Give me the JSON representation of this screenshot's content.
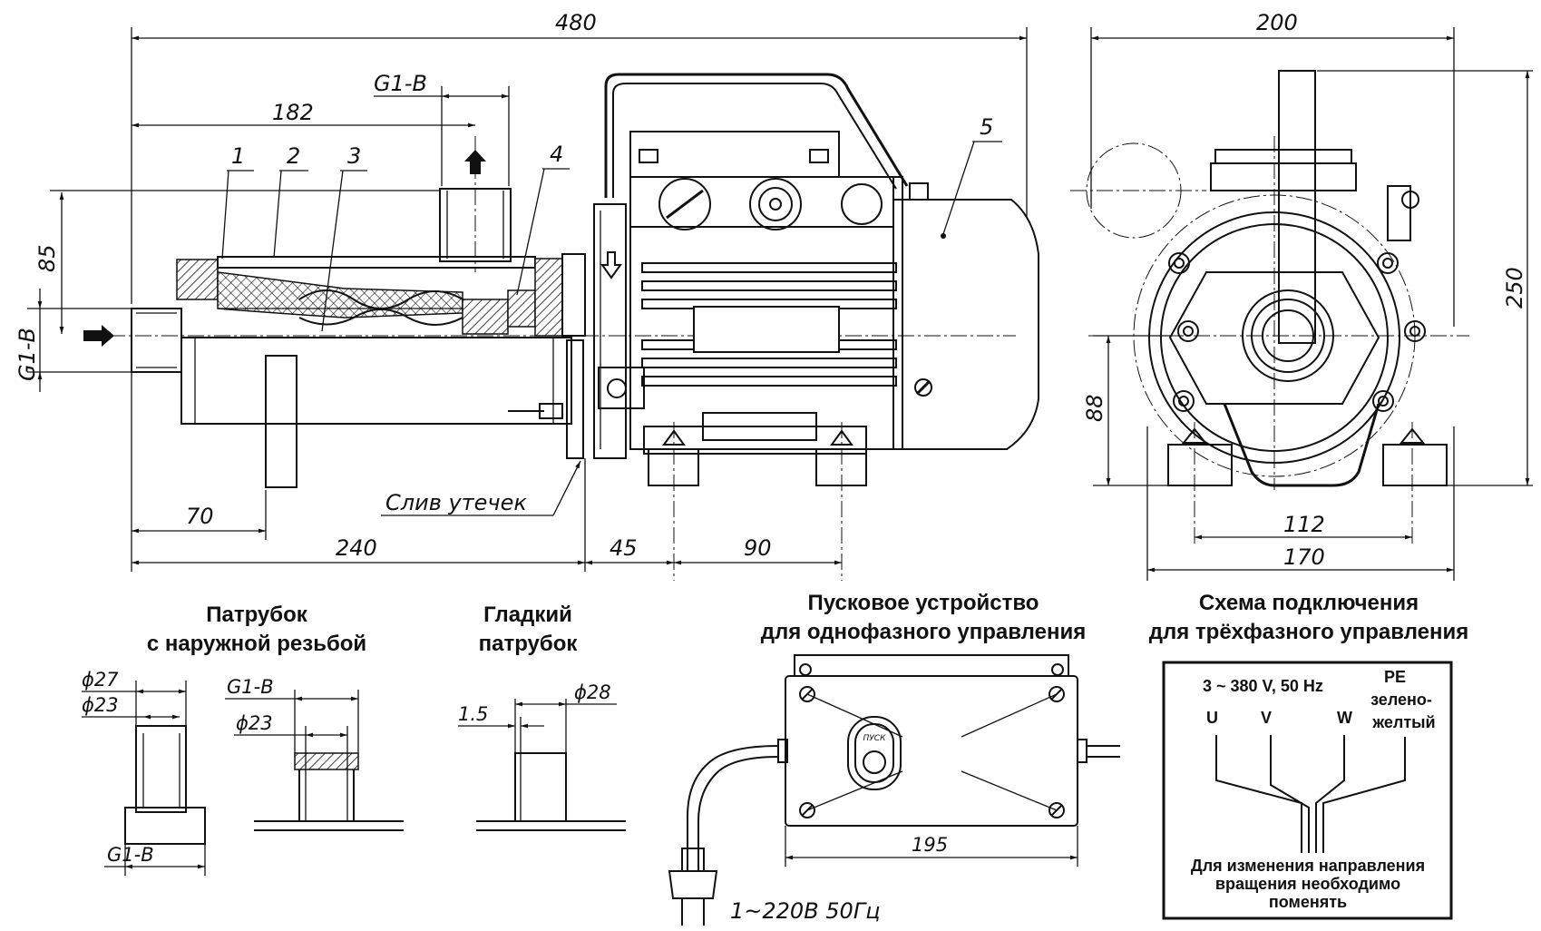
{
  "main_view": {
    "overall_length": "480",
    "dim_182": "182",
    "outlet_thread": "G1-B",
    "inlet_thread": "G1-B",
    "dim_85": "85",
    "dim_70": "70",
    "dim_240": "240",
    "dim_45": "45",
    "dim_90": "90",
    "drain_label": "Слив утечек",
    "callouts": [
      "1",
      "2",
      "3",
      "4",
      "5"
    ]
  },
  "end_view": {
    "width": "200",
    "height": "250",
    "shaft_height": "88",
    "mount_spacing": "112",
    "base_width": "170"
  },
  "threaded_nozzle": {
    "title_line1": "Патрубок",
    "title_line2": "с наружной резьбой",
    "d_outer": "ϕ27",
    "d_inner": "ϕ23",
    "thread_top": "G1-B",
    "d_inner2": "ϕ23",
    "thread_bottom": "G1-B"
  },
  "smooth_nozzle": {
    "title_line1": "Гладкий",
    "title_line2": "патрубок",
    "wall": "1.5",
    "diameter": "ϕ28"
  },
  "starter": {
    "title_line1": "Пусковое устройство",
    "title_line2": "для однофазного управления",
    "button_label": "ПУСК",
    "width": "195",
    "supply": "1~220В 50Гц"
  },
  "wiring": {
    "title_line1": "Схема подключения",
    "title_line2": "для трёхфазного управления",
    "voltage": "3 ~ 380 V,  50 Hz",
    "pe": "PE",
    "pe_color1": "зелено-",
    "pe_color2": "желтый",
    "phase_u": "U",
    "phase_v": "V",
    "phase_w": "W",
    "note_line1": "Для изменения направления",
    "note_line2": "вращения необходимо",
    "note_line3": "поменять"
  }
}
